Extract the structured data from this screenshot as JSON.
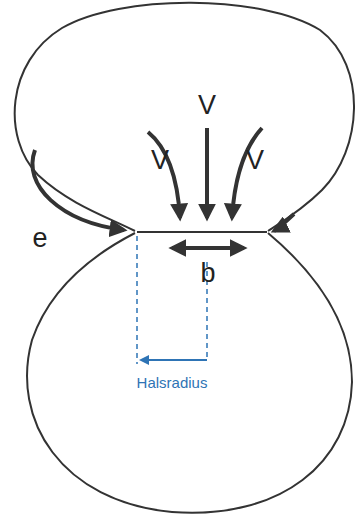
{
  "diagram": {
    "labels": [
      "V",
      "V",
      "V",
      "e",
      "b",
      "Halsradius"
    ]
  }
}
